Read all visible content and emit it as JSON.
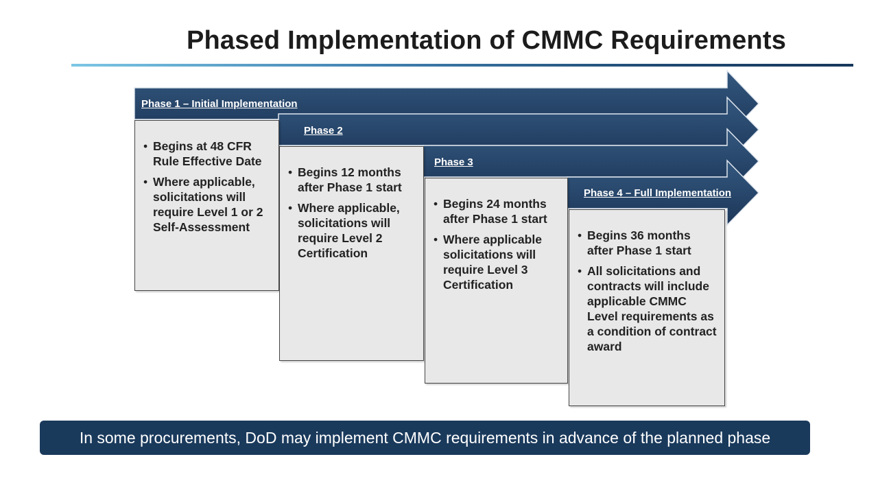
{
  "title": "Phased Implementation of CMMC Requirements",
  "colors": {
    "arrow_dark": "#1f3b5f",
    "arrow_light": "#34587f",
    "box_fill": "#e8e8e8",
    "banner": "#1a3a5c"
  },
  "phases": [
    {
      "label": "Phase 1 – Initial Implementation",
      "bullets": [
        "Begins at 48 CFR Rule Effective Date",
        "Where applicable, solicitations will require Level 1 or 2 Self-Assessment"
      ]
    },
    {
      "label": "Phase 2",
      "bullets": [
        "Begins 12 months after Phase 1 start",
        "Where applicable, solicitations will require Level 2 Certification"
      ]
    },
    {
      "label": "Phase 3",
      "bullets": [
        "Begins 24 months after Phase 1 start",
        "Where applicable solicitations will require Level 3 Certification"
      ]
    },
    {
      "label": "Phase 4 – Full Implementation",
      "bullets": [
        "Begins 36 months after Phase 1 start",
        "All solicitations and contracts will include applicable CMMC Level requirements as a condition of contract award"
      ]
    }
  ],
  "banner": "In some procurements, DoD may implement CMMC requirements in advance of the planned phase"
}
